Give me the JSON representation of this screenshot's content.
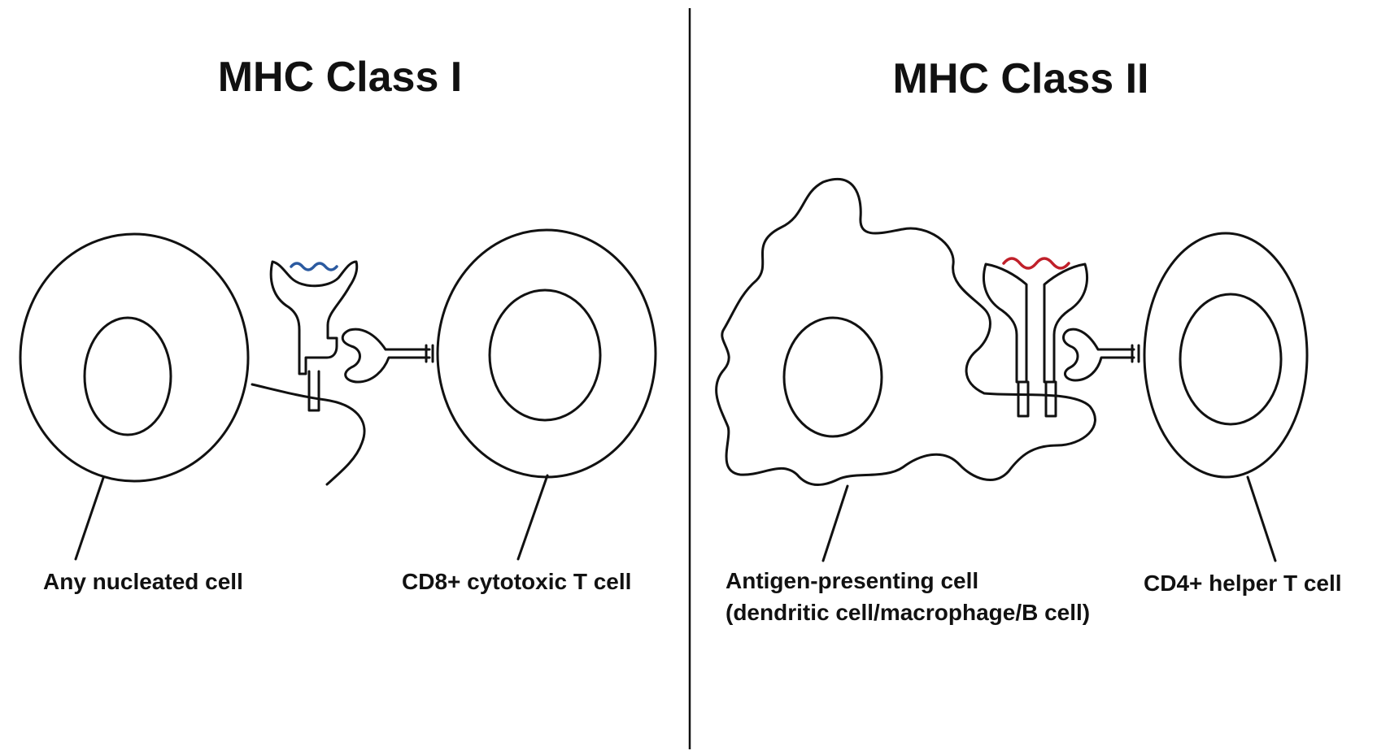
{
  "panels": [
    {
      "title": "MHC Class I",
      "labels": {
        "left_cell": "Any nucleated cell",
        "right_cell": "CD8+ cytotoxic T cell"
      }
    },
    {
      "title": "MHC Class II",
      "labels": {
        "left_cell_line1": "Antigen-presenting cell",
        "left_cell_line2": "(dendritic cell/macrophage/B cell)",
        "right_cell": "CD4+ helper T cell"
      }
    }
  ],
  "colors": {
    "peptide_class1": "#2b5aa0",
    "peptide_class2": "#c0202a",
    "line": "#111111"
  }
}
